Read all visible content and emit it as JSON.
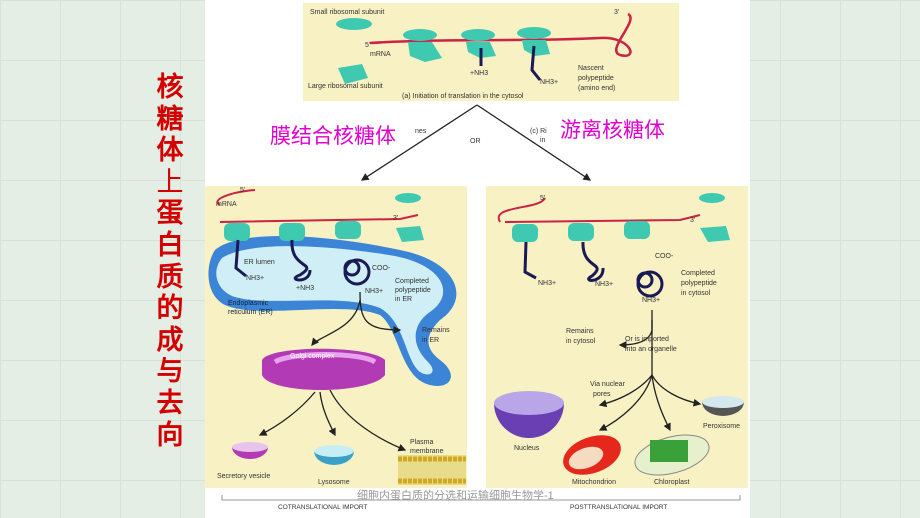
{
  "vertical_title": [
    "核",
    "糖",
    "体",
    "上",
    "蛋",
    "白",
    "质",
    "的",
    "成",
    "与",
    "去",
    "向"
  ],
  "labels": {
    "membrane_bound": "膜结合核糖体",
    "free": "游离核糖体"
  },
  "panel_a": {
    "small_subunit": "Small ribosomal subunit",
    "large_subunit": "Large ribosomal subunit",
    "five_prime": "5'",
    "mrna": "mRNA",
    "three_prime": "3'",
    "nh3": "+NH3",
    "nh3b": "NH3+",
    "nascent": [
      "Nascent",
      "polypeptide",
      "(amino end)"
    ],
    "caption": "(a) Initiation of translation in the cytosol",
    "or": "OR",
    "b_partial": "nes",
    "c_partial": "(c) Ri",
    "c_partial2": "in"
  },
  "panel_b": {
    "mrna": "mRNA",
    "five_prime": "5'",
    "three_prime": "3'",
    "er_lumen": "ER lumen",
    "nh3": "NH3+",
    "nh3b": "+NH3",
    "coo": "COO-",
    "nh3c": "NH3+",
    "completed": [
      "Completed",
      "polypeptide",
      "in ER"
    ],
    "er": [
      "Endoplasmic",
      "reticulum (ER)"
    ],
    "remains": [
      "Remains",
      "in ER"
    ],
    "golgi": "Golgi complex",
    "secretory": "Secretory vesicle",
    "lysosome": "Lysosome",
    "plasma": [
      "Plasma",
      "membrane"
    ],
    "footer": "COTRANSLATIONAL IMPORT"
  },
  "panel_c": {
    "five_prime": "5'",
    "three_prime": "3'",
    "nh3": "NH3+",
    "nh3b": "NH3+",
    "coo": "COO-",
    "nh3c": "NH3+",
    "completed": [
      "Completed",
      "polypeptide",
      "in cytosol"
    ],
    "remains": [
      "Remains",
      "in cytosol"
    ],
    "imported": [
      "Or is imported",
      "into an organelle"
    ],
    "via": [
      "Via nuclear",
      "pores"
    ],
    "nucleus": "Nucleus",
    "peroxisome": "Peroxisome",
    "mitochondrion": "Mitochondrion",
    "chloroplast": "Chloroplast",
    "footer": "POSTTRANSLATIONAL IMPORT"
  },
  "footer_caption": "细胞内蛋白质的分选和运输细胞生物学-1",
  "colors": {
    "title": "#d40000",
    "tag": "#e000d0",
    "panel": "#f8f1c4",
    "ribosome": "#3ec9b0",
    "mrna": "#cc2244",
    "er": "#3b84d6"
  }
}
